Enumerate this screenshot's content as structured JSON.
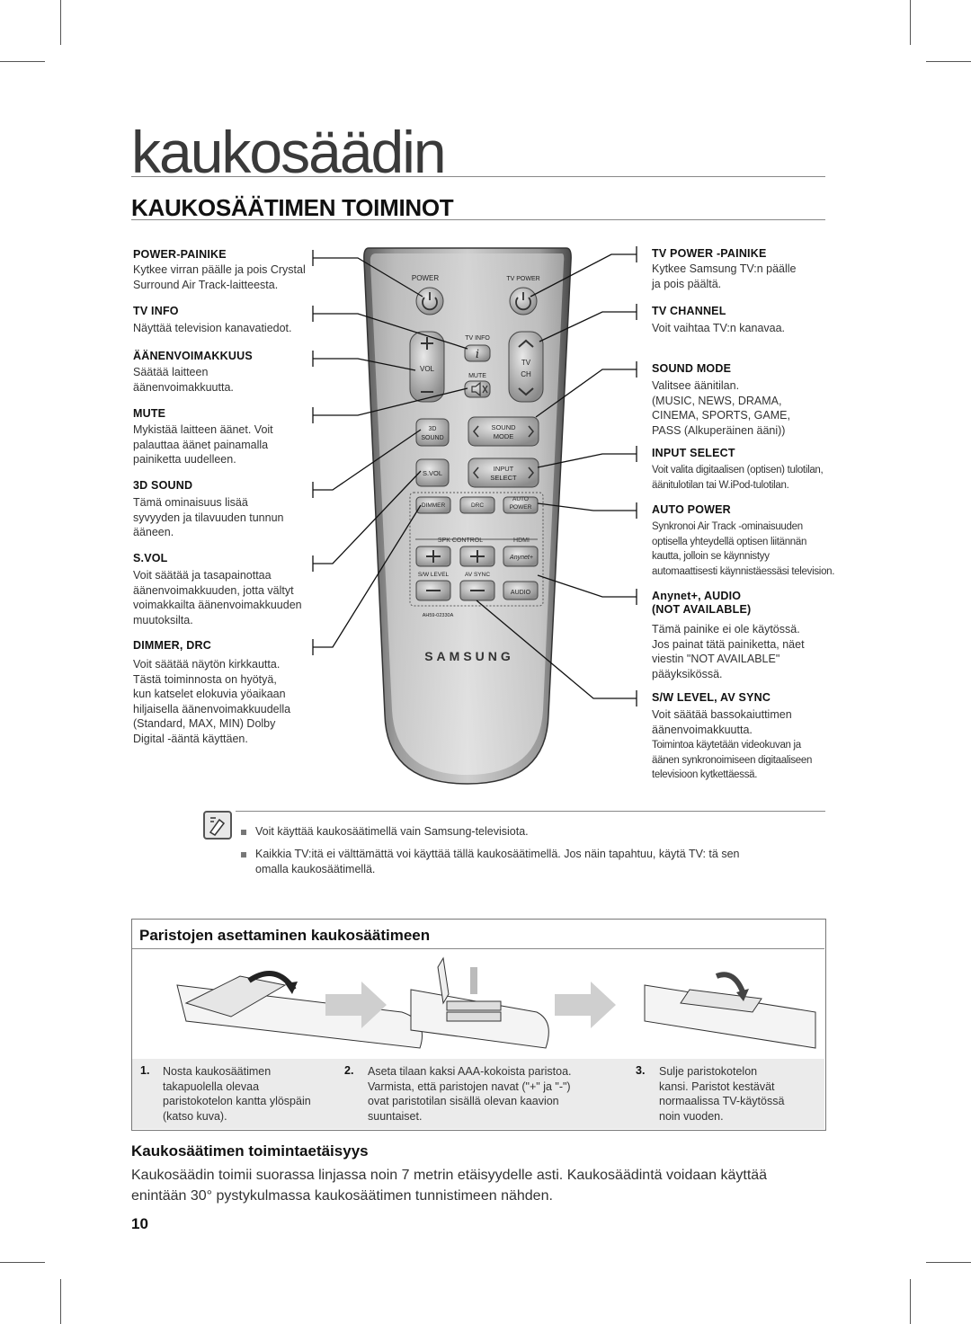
{
  "page": {
    "heading": "kaukosäädin",
    "section_title": "KAUKOSÄÄTIMEN TOIMINOT",
    "page_number": "10"
  },
  "left_callouts": [
    {
      "title": "POWER-PAINIKE",
      "desc": "Kytkee virran päälle ja pois Crystal\nSurround Air Track-laitteesta."
    },
    {
      "title": "TV INFO",
      "desc": "Näyttää television kanavatiedot."
    },
    {
      "title": "ÄÄNENVOIMAKKUUS",
      "desc": "Säätää laitteen\näänenvoimakkuutta."
    },
    {
      "title": "MUTE",
      "desc": "Mykistää laitteen äänet. Voit\npalauttaa äänet painamalla\npainiketta uudelleen."
    },
    {
      "title": "3D SOUND",
      "desc": "Tämä ominaisuus lisää\nsyvyyden ja tilavuuden tunnun\nääneen."
    },
    {
      "title": "S.VOL",
      "desc": "Voit säätää ja tasapainottaa\näänenvoimakkuuden, jotta vältyt\nvoimakkailta äänenvoimakkuuden\nmuutoksilta."
    },
    {
      "title": "DIMMER, DRC",
      "desc": "Voit säätää näytön kirkkautta.\nTästä toiminnosta on hyötyä,\nkun katselet elokuvia yöaikaan\nhiljaisella äänenvoimakkuudella\n(Standard, MAX, MIN) Dolby\nDigital -ääntä käyttäen."
    }
  ],
  "right_callouts": [
    {
      "title": "TV POWER -PAINIKE",
      "desc": "Kytkee Samsung TV:n päälle\nja pois päältä."
    },
    {
      "title": "TV CHANNEL",
      "desc": "Voit vaihtaa TV:n kanavaa."
    },
    {
      "title": "SOUND MODE",
      "desc": "Valitsee äänitilan.\n(MUSIC, NEWS, DRAMA,\nCINEMA, SPORTS, GAME,\nPASS (Alkuperäinen ääni))"
    },
    {
      "title": "INPUT SELECT",
      "desc": "Voit valita digitaalisen (optisen) tulotilan,\näänitulotilan tai W.iPod-tulotilan."
    },
    {
      "title": "AUTO POWER",
      "desc": "Synkronoi Air Track -ominaisuuden\noptisella yhteydellä optisen liitännän\nkautta, jolloin se käynnistyy\nautomaattisesti käynnistäessäsi television."
    },
    {
      "title": "Anynet+, AUDIO",
      "title2": "(NOT AVAILABLE)",
      "desc": "Tämä painike ei ole käytössä.\nJos painat tätä painiketta, näet\nviestin \"NOT AVAILABLE\"\npääyksikössä."
    },
    {
      "title": "S/W LEVEL, AV SYNC",
      "desc": "Voit säätää bassokaiuttimen\näänenvoimakkuutta.",
      "desc2": "Toimintoa käytetään videokuvan ja\näänen synkronoimiseen digitaaliseen\ntelevisioon kytkettäessä."
    }
  ],
  "remote": {
    "power": "POWER",
    "tv_power": "TV POWER",
    "tv_info": "TV INFO",
    "vol": "VOL",
    "mute": "MUTE",
    "tv": "TV",
    "ch": "CH",
    "sound_3d_a": "3D",
    "sound_3d_b": "SOUND",
    "sound_mode_a": "SOUND",
    "sound_mode_b": "MODE",
    "svol": "S.VOL",
    "input_a": "INPUT",
    "input_b": "SELECT",
    "dimmer": "DIMMER",
    "drc": "DRC",
    "auto_a": "AUTO",
    "auto_b": "POWER",
    "spk_control": "SPK CONTROL",
    "hdmi": "HDMI",
    "sw_level": "S/W LEVEL",
    "av_sync": "AV SYNC",
    "audio": "AUDIO",
    "anynet": "Anynet+",
    "model": "AH59-02330A",
    "brand": "SAMSUNG"
  },
  "notes": [
    "Voit käyttää kaukosäätimellä vain Samsung-televisiota.",
    "Kaikkia TV:itä ei välttämättä voi käyttää tällä kaukosäätimellä. Jos näin tapahtuu, käytä TV: tä sen\nomalla kaukosäätimellä."
  ],
  "battery": {
    "title": "Paristojen asettaminen kaukosäätimeen",
    "steps": [
      {
        "num": "1.",
        "text": "Nosta kaukosäätimen\ntakapuolella olevaa\nparistokotelon kantta ylöspäin\n(katso kuva)."
      },
      {
        "num": "2.",
        "text": "Aseta tilaan kaksi AAA-kokoista paristoa.\nVarmista, että paristojen navat (\"+\" ja \"-\")\novat paristotilan sisällä olevan kaavion\nsuuntaiset."
      },
      {
        "num": "3.",
        "text": "Sulje paristokotelon\nkansi. Paristot kestävät\nnormaalissa TV-käytössä\nnoin vuoden."
      }
    ]
  },
  "range": {
    "title": "Kaukosäätimen toimintaetäisyys",
    "text": "Kaukosäädin toimii suorassa linjassa noin 7 metrin etäisyydelle asti. Kaukosäädintä voidaan käyttää\nenintään 30° pystykulmassa kaukosäätimen tunnistimeen nähden."
  }
}
